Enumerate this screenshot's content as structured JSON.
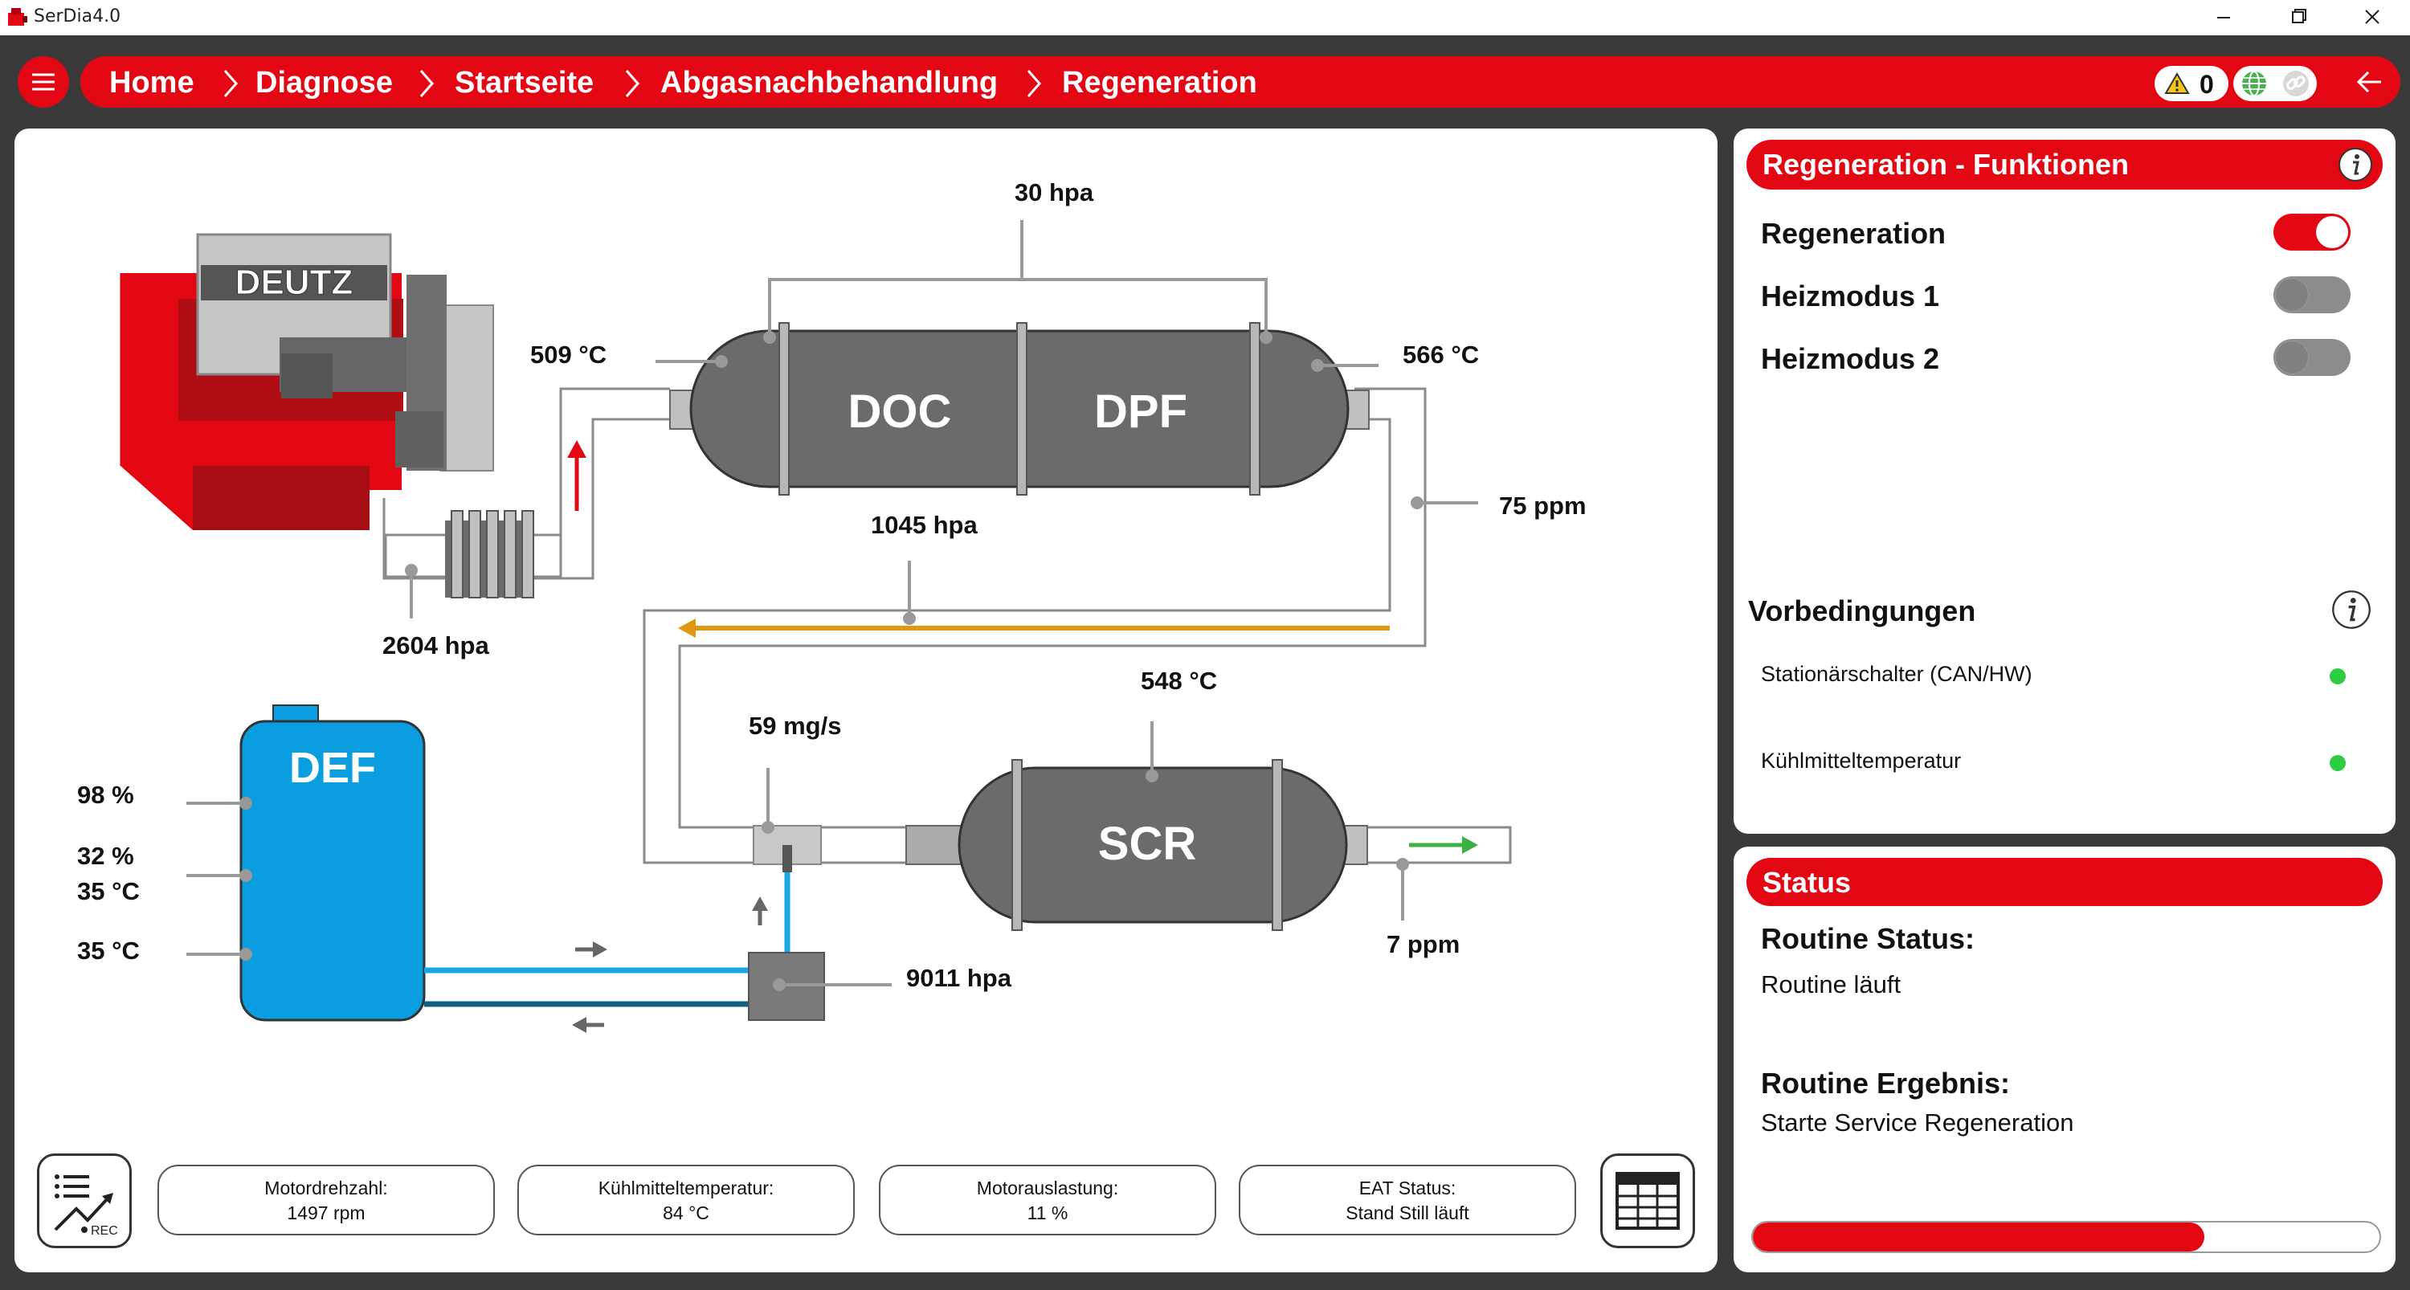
{
  "window": {
    "title": "SerDia4.0"
  },
  "breadcrumb": [
    "Home",
    "Diagnose",
    "Startseite",
    "Abgasnachbehandlung",
    "Regeneration"
  ],
  "header": {
    "warning_count": "0"
  },
  "diagram": {
    "engine_brand": "DEUTZ",
    "doc_label": "DOC",
    "dpf_label": "DPF",
    "scr_label": "SCR",
    "def_label": "DEF",
    "doc_dpf_pressure": "30 hpa",
    "doc_inlet_temp": "509 °C",
    "dpf_outlet_temp": "566 °C",
    "nox_upstream": "75 ppm",
    "exhaust_pressure": "1045 hpa",
    "turbo_pressure": "2604 hpa",
    "scr_temp": "548 °C",
    "dosing_rate": "59 mg/s",
    "nox_downstream": "7 ppm",
    "pump_pressure": "9011 hpa",
    "def_level": "98 %",
    "def_concentration": "32 %",
    "def_temp1": "35 °C",
    "def_temp2": "35 °C"
  },
  "infobar": [
    {
      "label": "Motordrehzahl:",
      "value": "1497 rpm"
    },
    {
      "label": "Kühlmitteltemperatur:",
      "value": "84 °C"
    },
    {
      "label": "Motorauslastung:",
      "value": "11 %"
    },
    {
      "label": "EAT Status:",
      "value": "Stand Still läuft"
    }
  ],
  "record_button": {
    "label": "REC"
  },
  "functions": {
    "title": "Regeneration - Funktionen",
    "items": [
      {
        "label": "Regeneration",
        "state": "on"
      },
      {
        "label": "Heizmodus 1",
        "state": "off"
      },
      {
        "label": "Heizmodus 2",
        "state": "off"
      }
    ]
  },
  "preconditions": {
    "title": "Vorbedingungen",
    "items": [
      {
        "label": "Stationärschalter (CAN/HW)",
        "status": "ok"
      },
      {
        "label": "Kühlmitteltemperatur",
        "status": "ok"
      }
    ]
  },
  "status": {
    "title": "Status",
    "routine_status_label": "Routine Status:",
    "routine_status_value": "Routine läuft",
    "routine_result_label": "Routine Ergebnis:",
    "routine_result_value": "Starte Service Regeneration",
    "progress": 0.72
  },
  "colors": {
    "accent_red": "#e30613",
    "def_blue": "#0a9de0",
    "exhaust_orange": "#e0980f",
    "ok_green": "#2ecc40"
  }
}
